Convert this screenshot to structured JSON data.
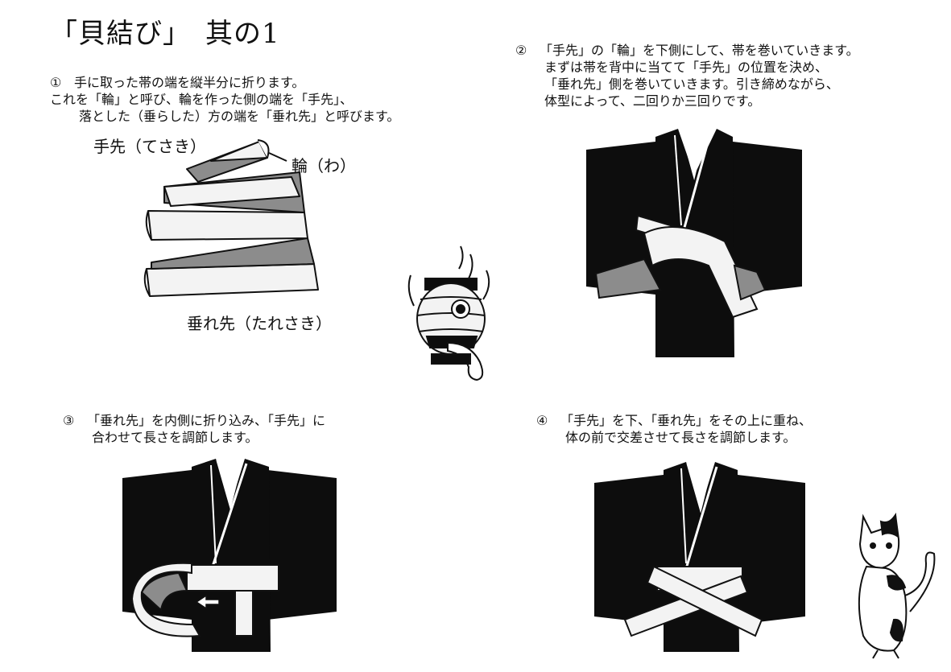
{
  "title": "「貝結び」　其の1",
  "steps": [
    {
      "num": "①",
      "lines": [
        "手に取った帯の端を縦半分に折ります。",
        "これを「輪」と呼び、輪を作った側の端を「手先」、",
        "落とした（垂らした）方の端を「垂れ先」と呼びます。"
      ]
    },
    {
      "num": "②",
      "lines": [
        "「手先」の「輪」を下側にして、帯を巻いていきます。",
        "まずは帯を背中に当てて「手先」の位置を決め、",
        "「垂れ先」側を巻いていきます。引き締めながら、",
        "体型によって、二回りか三回りです。"
      ]
    },
    {
      "num": "③",
      "lines": [
        "「垂れ先」を内側に折り込み、「手先」に",
        "合わせて長さを調節します。"
      ]
    },
    {
      "num": "④",
      "lines": [
        "「手先」を下、「垂れ先」をその上に重ね、",
        "体の前で交差させて長さを調節します。"
      ]
    }
  ],
  "labels": {
    "tesaki": "手先（てさき）",
    "wa": "輪（わ）",
    "taresaki": "垂れ先（たれさき）"
  },
  "colors": {
    "kimono": "#0d0d0d",
    "obi_light": "#f3f3f3",
    "obi_gray": "#8c8c8c",
    "line": "#111111"
  }
}
